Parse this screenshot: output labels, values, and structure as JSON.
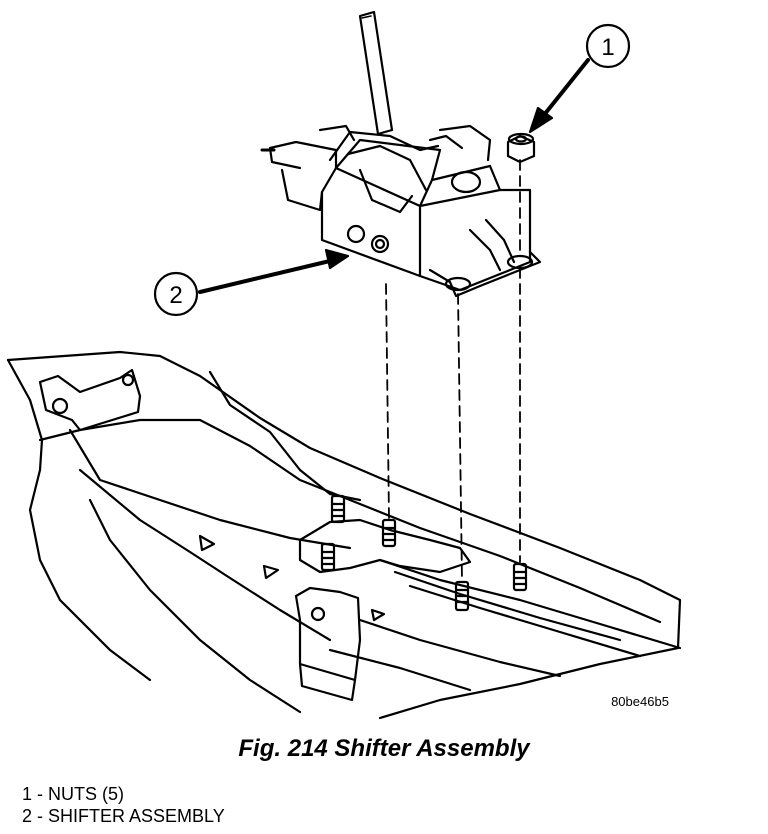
{
  "figure": {
    "caption": "Fig. 214 Shifter Assembly",
    "image_id": "80be46b5",
    "callouts": [
      {
        "number": "1",
        "target": "nut"
      },
      {
        "number": "2",
        "target": "shifter-assembly"
      }
    ],
    "legend": [
      {
        "label": "1 - NUTS (5)"
      },
      {
        "label": "2 - SHIFTER ASSEMBLY"
      }
    ]
  }
}
